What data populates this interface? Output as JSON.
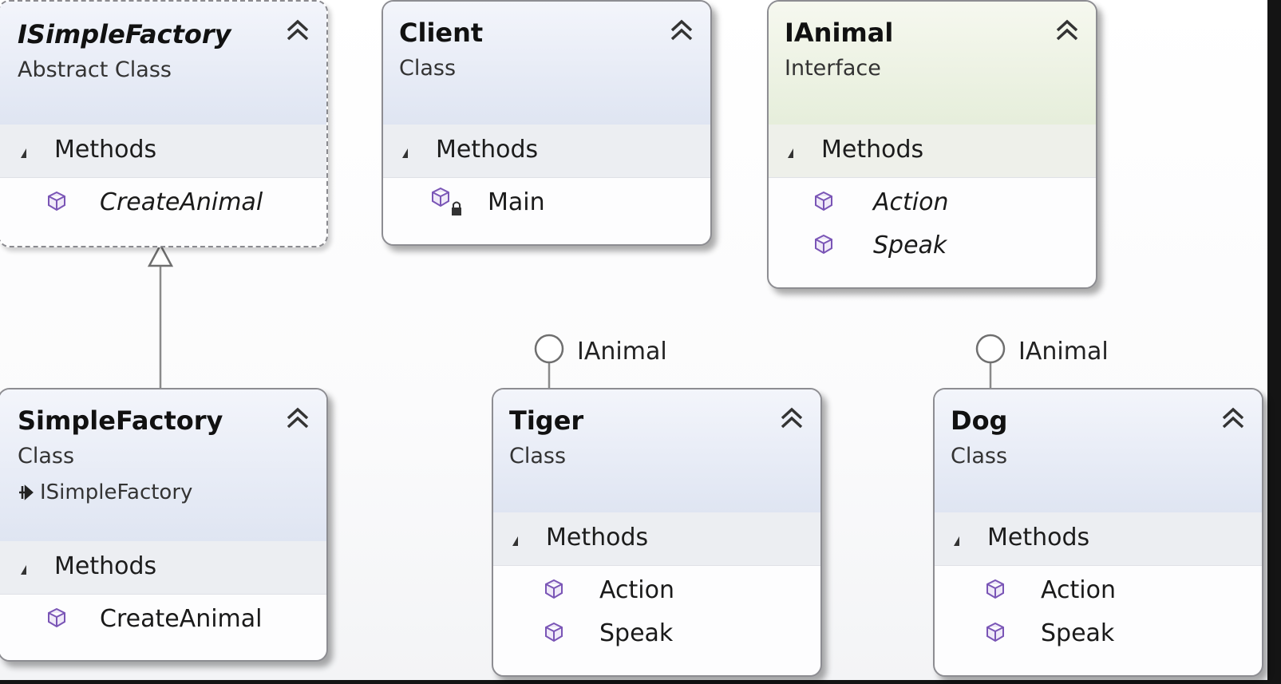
{
  "diagram": {
    "classes": {
      "isimplefactory": {
        "name": "ISimpleFactory",
        "kind": "Abstract Class",
        "section": "Methods",
        "methods": [
          "CreateAnimal"
        ]
      },
      "client": {
        "name": "Client",
        "kind": "Class",
        "section": "Methods",
        "methods": [
          "Main"
        ]
      },
      "ianimal": {
        "name": "IAnimal",
        "kind": "Interface",
        "section": "Methods",
        "methods": [
          "Action",
          "Speak"
        ]
      },
      "simplefactory": {
        "name": "SimpleFactory",
        "kind": "Class",
        "inherits": "ISimpleFactory",
        "section": "Methods",
        "methods": [
          "CreateAnimal"
        ]
      },
      "tiger": {
        "name": "Tiger",
        "kind": "Class",
        "implements": "IAnimal",
        "section": "Methods",
        "methods": [
          "Action",
          "Speak"
        ]
      },
      "dog": {
        "name": "Dog",
        "kind": "Class",
        "implements": "IAnimal",
        "section": "Methods",
        "methods": [
          "Action",
          "Speak"
        ]
      }
    },
    "icons": {
      "method": "method-cube-icon",
      "private_method": "private-method-lock-icon",
      "collapse": "collapse-chevron-icon",
      "inheritance": "inheritance-arrow-icon",
      "interface_lollipop": "interface-lollipop-icon"
    },
    "colors": {
      "method_icon": "#7a55b6",
      "class_header": "#dfe5f2",
      "interface_header": "#e6eedb",
      "border": "#8d8d92"
    }
  }
}
